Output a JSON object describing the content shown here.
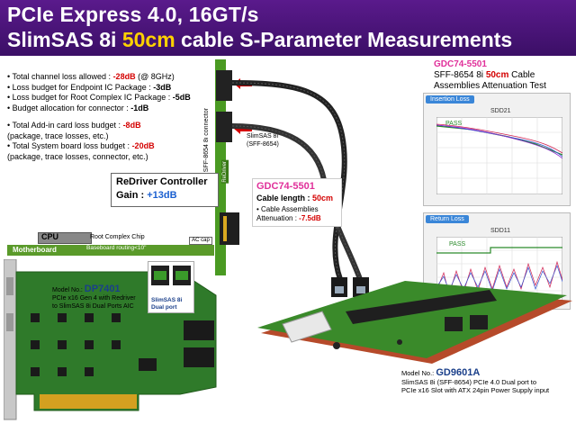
{
  "header": {
    "title_line1": "PCIe Express 4.0, 16GT/s",
    "title_line2_a": "SlimSAS 8i ",
    "title_line2_hl": "50cm",
    "title_line2_b": " cable S-Parameter Measurements"
  },
  "bullets": {
    "b1_pre": "• Total channel loss allowed : ",
    "b1_red": "-28dB",
    "b1_post": " (@ 8GHz)",
    "b2_pre": "• Loss budget for Endpoint IC Package : ",
    "b2_val": "-3dB",
    "b3_pre": "• Loss budget for Root Complex IC Package : ",
    "b3_val": "-5dB",
    "b4_pre": "• Budget allocation for connector : ",
    "b4_val": "-1dB",
    "b5_pre": "• Total Add-in card loss budget : ",
    "b5_red": "-8dB",
    "b5_sub": "  (package, trace losses, etc.)",
    "b6_pre": "• Total System board loss budget : ",
    "b6_red": "-20dB",
    "b6_sub": "  (package, trace losses, connector, etc.)"
  },
  "redriver": {
    "title": "ReDriver Controller",
    "gain_label": "Gain : ",
    "gain_value": "+13dB"
  },
  "cable_box": {
    "model": "GDC74-5501",
    "length_label": "Cable length : ",
    "length_value": "50cm",
    "att_line1": "• Cable Assemblies",
    "att_label": "  Attenuation : ",
    "att_value": "-7.5dB"
  },
  "top_right": {
    "model": "GDC74-5501",
    "line2_a": "SFF-8654 8i ",
    "line2_red": "50cm",
    "line2_b": " Cable",
    "line3": "Assemblies Attenuation Test"
  },
  "insertion_panel": {
    "title": "Insertion Loss",
    "sub": "SDD21",
    "pass": "PASS"
  },
  "return_panel": {
    "title": "Return Loss",
    "sub": "SDD11",
    "pass": "PASS"
  },
  "diagram": {
    "vertical_label": "SFF-8654 8i connector",
    "redriver_tag": "ReDriver",
    "slimsas_label1": "SlimSAS 8i",
    "slimsas_label2": "(SFF-8654)",
    "cpu": "CPU",
    "root_complex": "Root Complex Chip",
    "routing": "Baseboard routing<10\"",
    "ac_cap": "AC cap",
    "motherboard": "Motherboard"
  },
  "model_left": {
    "prefix": "Model No.: ",
    "name": "DP7401",
    "line2": "PCIe x16 Gen 4 with Redriver",
    "line3": "to SlimSAS 8i Dual Ports AIC"
  },
  "slim_port": {
    "line1": "SlimSAS 8i",
    "line2": "Dual port"
  },
  "model_right": {
    "prefix": "Model No.: ",
    "name": "GD9601A",
    "line2": "SlimSAS 8i (SFF-8654) PCIe 4.0 Dual port to",
    "line3": "PCIe x16 Slot with ATX 24pin Power Supply input"
  },
  "colors": {
    "header": "#4a1478",
    "accent_yellow": "#ffd200",
    "red": "#d40000",
    "magenta": "#e0309a",
    "pcb_green": "#4a9a22"
  }
}
